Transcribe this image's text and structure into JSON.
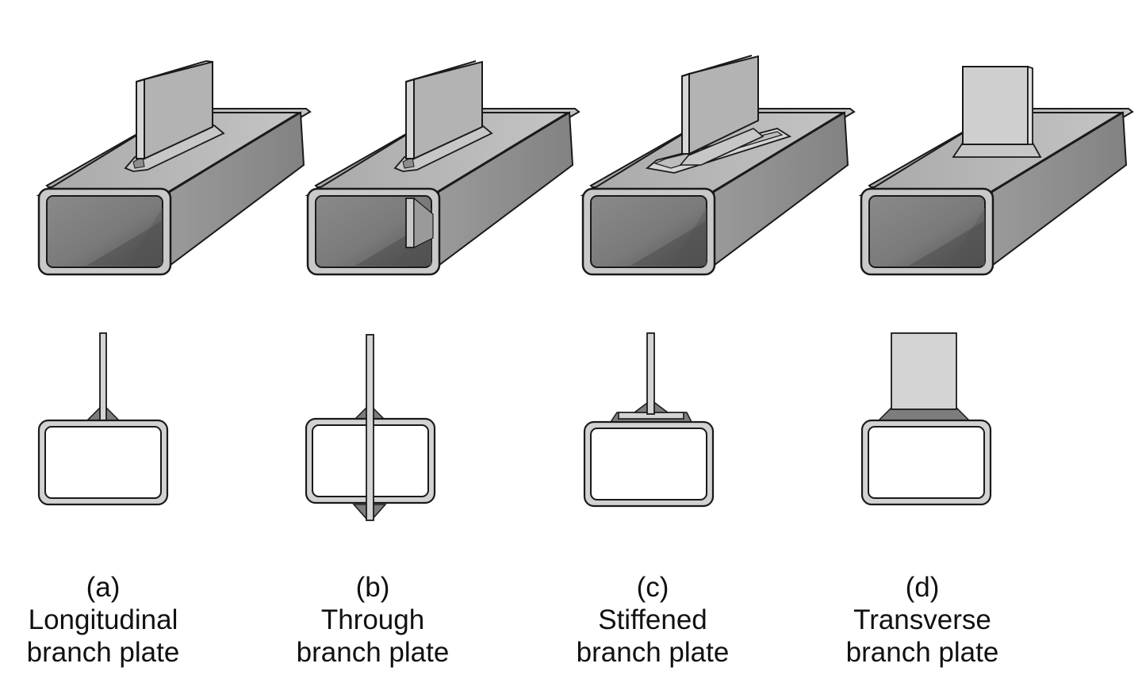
{
  "panels": [
    {
      "id": "a",
      "letter": "(a)",
      "line1": "Longitudinal",
      "line2": "branch plate"
    },
    {
      "id": "b",
      "letter": "(b)",
      "line1": "Through",
      "line2": "branch plate"
    },
    {
      "id": "c",
      "letter": "(c)",
      "line1": "Stiffened",
      "line2": "branch plate"
    },
    {
      "id": "d",
      "letter": "(d)",
      "line1": "Transverse",
      "line2": "branch plate"
    }
  ],
  "colors": {
    "outline": "#1a1a1a",
    "tube_top": "#b7b7b7",
    "tube_side": "#8e8e8e",
    "tube_front": "#c9c9c9",
    "tube_inner": "#7d7d7d",
    "tube_inner_dark": "#555555",
    "plate": "#b3b3b3",
    "plate_edge": "#d6d6d6",
    "weld": "#707070",
    "section_ring": "#d2d2d2"
  }
}
